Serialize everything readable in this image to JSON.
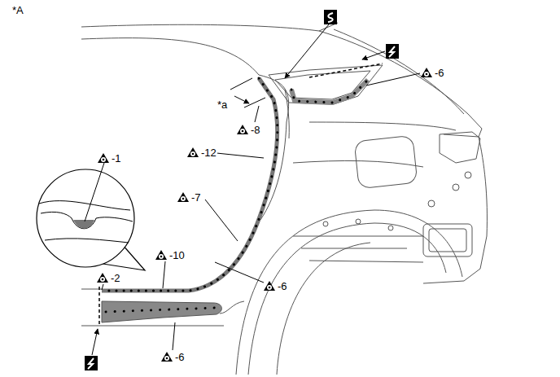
{
  "diagram": {
    "labels": [
      "*A",
      "*a",
      "-1",
      "-2",
      "-10",
      "-6",
      "-6",
      "-7",
      "-12",
      "-8",
      "-6"
    ]
  }
}
